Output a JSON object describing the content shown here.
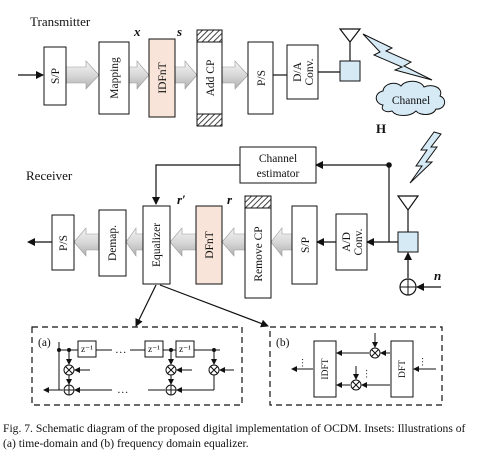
{
  "transmitter": {
    "section_label": "Transmitter",
    "blocks": {
      "sp": "S/P",
      "mapping": "Mapping",
      "idfnt": "IDFnT",
      "addcp": "Add CP",
      "ps": "P/S",
      "da": [
        "D/A",
        "Conv."
      ]
    },
    "signals": {
      "x": "x",
      "s": "s"
    }
  },
  "channel": {
    "label": "Channel",
    "matrix": "H"
  },
  "receiver": {
    "section_label": "Receiver",
    "blocks": {
      "estimator": [
        "Channel",
        "estimator"
      ],
      "ps": "P/S",
      "demap": "Demap.",
      "equalizer": "Equalizer",
      "dfnt": "DFnT",
      "removecp": "Remove CP",
      "sp": "S/P",
      "ad": [
        "A/D",
        "Conv."
      ]
    },
    "signals": {
      "r_prime": "r′",
      "r": "r",
      "n": "n"
    }
  },
  "inset_a": {
    "label": "(a)",
    "delay": "z⁻¹",
    "ellipsis": "…"
  },
  "inset_b": {
    "label": "(b)",
    "idft": "IDFT",
    "dft": "DFT",
    "ellipsis": "…"
  },
  "caption": {
    "text": "Fig. 7.  Schematic diagram of the proposed digital implementation of OCDM. Insets: Illustrations of (a) time-domain and (b) frequency domain equalizer."
  },
  "colors": {
    "line": "#111111",
    "block_fill": "#ffffff",
    "fnt_fill": "#f8e4d8",
    "arrow_grad_light": "#f4f4f4",
    "arrow_grad_dark": "#b5b5b5",
    "hatch": "#555555"
  }
}
